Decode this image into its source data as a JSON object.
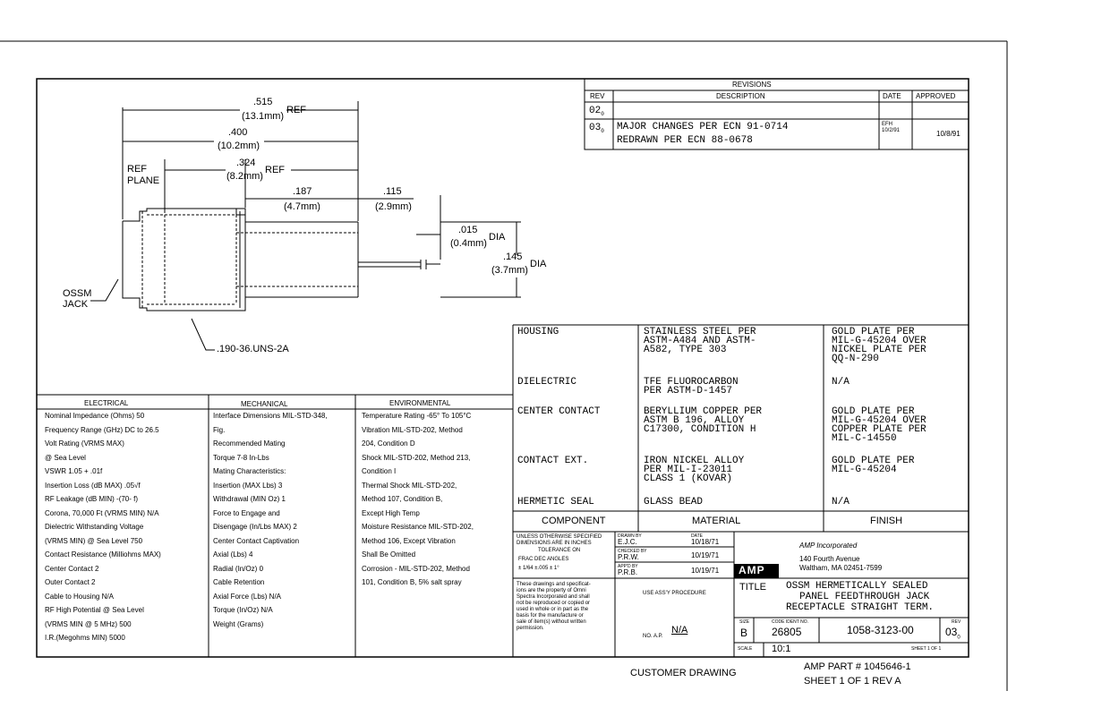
{
  "revisions": {
    "header": "REVISIONS",
    "col_rev": "REV",
    "col_desc": "DESCRIPTION",
    "col_date": "DATE",
    "col_approved": "APPROVED",
    "row1_rev": "02",
    "row1_sub": "0",
    "row2_rev": "03",
    "row2_sub": "0",
    "row2_desc1": "MAJOR CHANGES PER ECN 91-0714",
    "row2_desc2": "REDRAWN PER ECN 88-0678",
    "row2_date_init": "EFH",
    "row2_date": "10/2/91",
    "row2_approved": "10/8/91"
  },
  "dims": {
    "d515": ".515",
    "d515_mm": "(13.1mm)",
    "ref1": "REF",
    "d400": ".400",
    "d400_mm": "(10.2mm)",
    "d324": ".324",
    "d324_mm": "(8.2mm)",
    "ref2": "REF",
    "ref_plane_1": "REF",
    "ref_plane_2": "PLANE",
    "d187": ".187",
    "d187_mm": "(4.7mm)",
    "d115": ".115",
    "d115_mm": "(2.9mm)",
    "d015": ".015",
    "d015_mm": "(0.4mm)",
    "dia1": "DIA",
    "d145": ".145",
    "d145_mm": "(3.7mm)",
    "dia2": "DIA",
    "ossm_1": "OSSM",
    "ossm_2": "JACK",
    "thread": ".190-36.UNS-2A"
  },
  "specs": {
    "electrical": {
      "title": "ELECTRICAL",
      "lines": [
        "Nominal Impedance (Ohms)  50",
        "Frequency Range (GHz) DC to  26.5",
        "Volt Rating (VRMS MAX)",
        "   @ Sea Level",
        "VSWR  1.05 + .01f",
        "Insertion Loss (dB MAX)  .05√f",
        "RF Leakage (dB MIN)  -(70- f)",
        "Corona, 70,000 Ft (VRMS MIN) N/A",
        "Dielectric Withstanding Voltage",
        "   (VRMS MIN) @ Sea Level  750",
        "Contact Resistance (Milliohms MAX)",
        "   Center Contact    2",
        "   Outer Contact    2",
        "   Cable to Housing  N/A",
        "RF High Potential @ Sea Level",
        "   (VRMS MIN @ 5 MHz)  500",
        "I.R.(Megohms MIN)    5000"
      ]
    },
    "mechanical": {
      "title": "MECHANICAL",
      "lines": [
        "Interface Dimensions MIL-STD-348,",
        "   Fig.",
        "Recommended Mating",
        "   Torque  7-8 In-Lbs",
        "Mating Characteristics:",
        "   Insertion (MAX Lbs)  3",
        "   Withdrawal (MIN Oz)  1",
        "Force to Engage and",
        "   Disengage (In/Lbs MAX)  2",
        "Center Contact Captivation",
        "   Axial (Lbs)      4",
        "   Radial (In/Oz)    0",
        "Cable Retention",
        "   Axial Force (Lbs)  N/A",
        "   Torque (In/Oz)     N/A",
        "Weight (Grams)"
      ]
    },
    "environmental": {
      "title": "ENVIRONMENTAL",
      "lines": [
        "Temperature Rating -65° To 105°C",
        "Vibration MIL-STD-202, Method",
        "   204, Condition D",
        "Shock MIL-STD-202, Method 213,",
        "   Condition I",
        "Thermal Shock MIL-STD-202,",
        "   Method 107, Condition B,",
        "   Except High Temp",
        "Moisture Resistance MIL-STD-202,",
        "   Method 106, Except Vibration",
        "   Shall Be Omitted",
        "Corrosion - MIL-STD-202, Method",
        "   101, Condition B, 5% salt spray"
      ]
    }
  },
  "materials": {
    "rows": [
      {
        "component": "HOUSING",
        "material": "STAINLESS STEEL PER\nASTM-A484 AND ASTM-\nA582, TYPE 303",
        "finish": "GOLD PLATE PER\nMIL-G-45204 OVER\nNICKEL PLATE PER\nQQ-N-290"
      },
      {
        "component": "DIELECTRIC",
        "material": "TFE FLUOROCARBON\nPER ASTM-D-1457",
        "finish": "N/A"
      },
      {
        "component": "CENTER CONTACT",
        "material": "BERYLLIUM COPPER PER\nASTM B 196, ALLOY\nC17300, CONDITION H",
        "finish": "GOLD PLATE PER\nMIL-G-45204 OVER\nCOPPER PLATE PER\nMIL-C-14550"
      },
      {
        "component": "CONTACT EXT.",
        "material": "IRON NICKEL ALLOY\nPER MIL-I-23011\nCLASS 1 (KOVAR)",
        "finish": "GOLD PLATE PER\nMIL-G-45204"
      },
      {
        "component": "HERMETIC SEAL",
        "material": "GLASS BEAD",
        "finish": "N/A"
      }
    ],
    "h_component": "COMPONENT",
    "h_material": "MATERIAL",
    "h_finish": "FINISH"
  },
  "titleblock": {
    "tol1": "UNLESS OTHERWISE SPECIFIED",
    "tol2": "DIMENSIONS ARE IN INCHES",
    "tol3": "TOLERANCE ON",
    "tol4": "FRAC     DEC      ANGLES",
    "tol5": "± 1/64    ±.005    ± 1°",
    "drawn_lbl": "DRAWN BY",
    "drawn": "E.J.C.",
    "drawn_date_lbl": "DATE",
    "drawn_date": "10/18/71",
    "checked_lbl": "CHECKED BY",
    "checked": "P.R.W.",
    "checked_date": "10/19/71",
    "appd_lbl": "APP'D BY",
    "appd": "P.R.B.",
    "appd_date": "10/19/71",
    "company": "AMP Incorporated",
    "addr1": "140 Fourth Avenue",
    "addr2": "Waltham, MA 02451-7599",
    "logo": "AMP",
    "prop1": "These drawings and specificat-",
    "prop2": "ions are the property of Omni",
    "prop3": "Spectra Incorporated and shall",
    "prop4": "not be reproduced or copied or",
    "prop5": "used in whole or in part as the",
    "prop6": "basis for the manufacture or",
    "prop7": "sale of item(s) without written",
    "prop8": "permission.",
    "use_assy": "USE ASS'Y PROCEDURE",
    "no_ap_lbl": "NO. A.P.",
    "no_ap": "N/A",
    "title_lbl": "TITLE",
    "title1": "OSSM HERMETICALLY SEALED",
    "title2": "PANEL FEEDTHROUGH JACK",
    "title3": "RECEPTACLE STRAIGHT TERM.",
    "size_lbl": "SIZE",
    "size": "B",
    "code_lbl": "CODE IDENT NO.",
    "code": "26805",
    "dwg": "1058-3123-00",
    "rev_lbl": "REV",
    "rev": "03",
    "rev_sub": "0",
    "scale_lbl": "SCALE",
    "scale": "10:1",
    "sheet_lbl": "SHEET  1  OF  1"
  },
  "footer": {
    "customer": "CUSTOMER DRAWING",
    "amp_part": "AMP PART # 1045646-1",
    "sheet": "SHEET 1 OF 1  REV A"
  }
}
